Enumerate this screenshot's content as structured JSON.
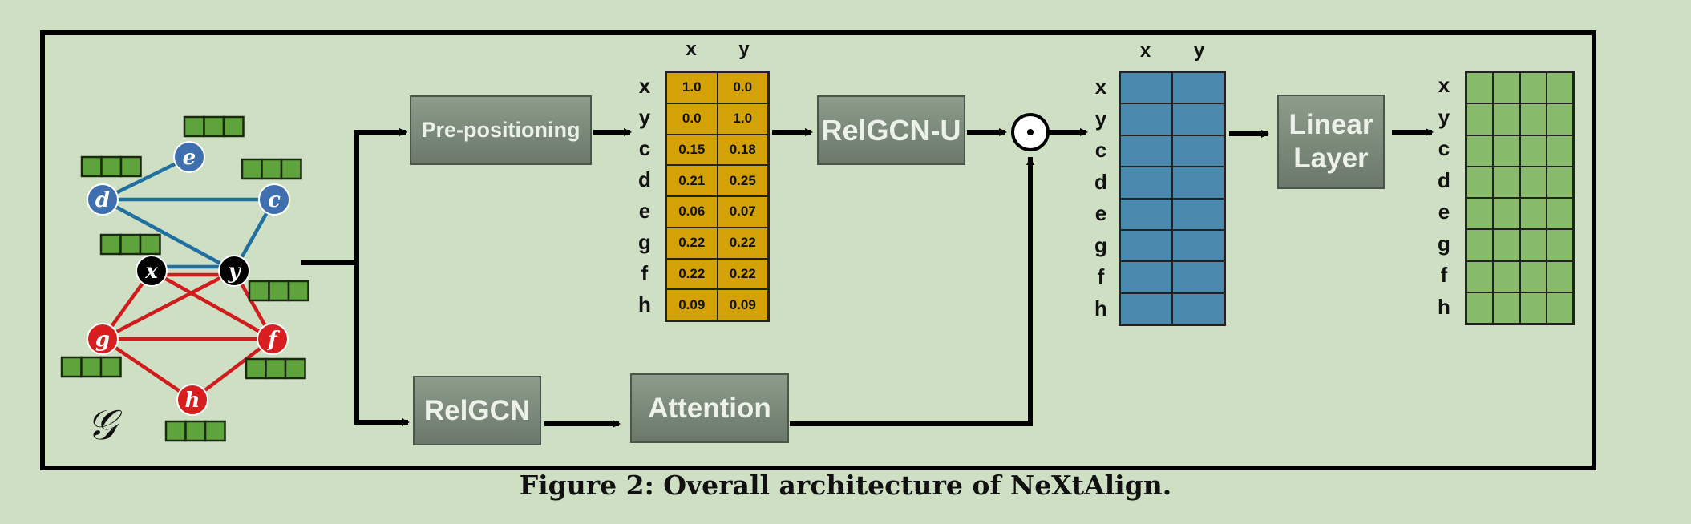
{
  "graph": {
    "symbol": "𝒢",
    "nodes": [
      {
        "id": "e",
        "group": "blue"
      },
      {
        "id": "d",
        "group": "blue"
      },
      {
        "id": "c",
        "group": "blue"
      },
      {
        "id": "x",
        "group": "black"
      },
      {
        "id": "y",
        "group": "black"
      },
      {
        "id": "g",
        "group": "red"
      },
      {
        "id": "f",
        "group": "red"
      },
      {
        "id": "h",
        "group": "red"
      }
    ],
    "edges": [
      [
        "e",
        "d",
        "blue"
      ],
      [
        "d",
        "c",
        "blue"
      ],
      [
        "d",
        "y",
        "blue"
      ],
      [
        "c",
        "y",
        "blue"
      ],
      [
        "x",
        "y",
        "blue"
      ],
      [
        "x",
        "y",
        "red"
      ],
      [
        "x",
        "g",
        "red"
      ],
      [
        "x",
        "f",
        "red"
      ],
      [
        "y",
        "g",
        "red"
      ],
      [
        "y",
        "f",
        "red"
      ],
      [
        "g",
        "f",
        "red"
      ],
      [
        "g",
        "h",
        "red"
      ],
      [
        "f",
        "h",
        "red"
      ]
    ]
  },
  "blocks": {
    "pre_positioning": "Pre-positioning",
    "relgcn_u": "RelGCN-U",
    "relgcn": "RelGCN",
    "attention": "Attention",
    "linear_layer": "Linear\nLayer",
    "operator": "⊙"
  },
  "anchor_matrix": {
    "columns": [
      "x",
      "y"
    ],
    "rows": [
      "x",
      "y",
      "c",
      "d",
      "e",
      "g",
      "f",
      "h"
    ],
    "values": [
      [
        "1.0",
        "0.0"
      ],
      [
        "0.0",
        "1.0"
      ],
      [
        "0.15",
        "0.18"
      ],
      [
        "0.21",
        "0.25"
      ],
      [
        "0.06",
        "0.07"
      ],
      [
        "0.22",
        "0.22"
      ],
      [
        "0.22",
        "0.22"
      ],
      [
        "0.09",
        "0.09"
      ]
    ]
  },
  "product_matrix": {
    "columns": [
      "x",
      "y"
    ],
    "rows": [
      "x",
      "y",
      "c",
      "d",
      "e",
      "g",
      "f",
      "h"
    ]
  },
  "output_matrix": {
    "rows": [
      "x",
      "y",
      "c",
      "d",
      "e",
      "g",
      "f",
      "h"
    ],
    "num_columns": 4
  },
  "colors": {
    "background": "#cfdfc4",
    "blue_node": "#3f6fae",
    "red_node": "#d81e1e",
    "black_node": "#000000",
    "blue_edge": "#1f6fa0",
    "red_edge": "#d01c1c",
    "feature_block": "#5ea33b",
    "anchor_matrix": "#d4a106",
    "product_matrix": "#4a8aae",
    "output_matrix": "#88bb6c"
  },
  "caption": "Figure 2: Overall architecture of NeXtAlign."
}
